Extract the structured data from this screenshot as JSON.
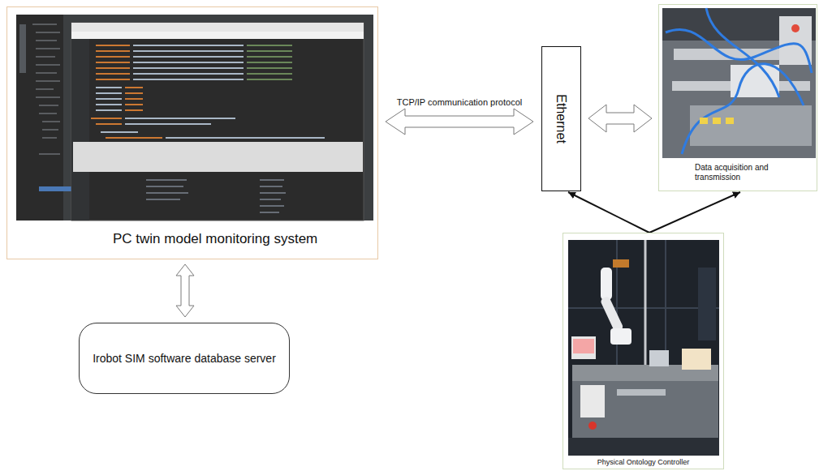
{
  "diagram": {
    "nodes": [
      {
        "text": [
          "PC twin model monitoring system"
        ]
      },
      {
        "text": [
          "Ethernet"
        ]
      },
      {
        "text": [
          "Data acquisition and transmission"
        ]
      },
      {
        "text": [
          "Irobot SIM software database server"
        ]
      },
      {
        "text": [
          "Physical Ontology Controller"
        ]
      }
    ],
    "edges": [
      {
        "from": 0,
        "to": 1,
        "label": "TCP/IP communication protocol",
        "arrow": "both"
      },
      {
        "from": 1,
        "to": 2,
        "arrow": "both"
      },
      {
        "from": 0,
        "to": 3,
        "arrow": "both"
      },
      {
        "from": 4,
        "to": 1,
        "arrow": "to"
      },
      {
        "from": 4,
        "to": 2,
        "arrow": "to"
      }
    ]
  }
}
